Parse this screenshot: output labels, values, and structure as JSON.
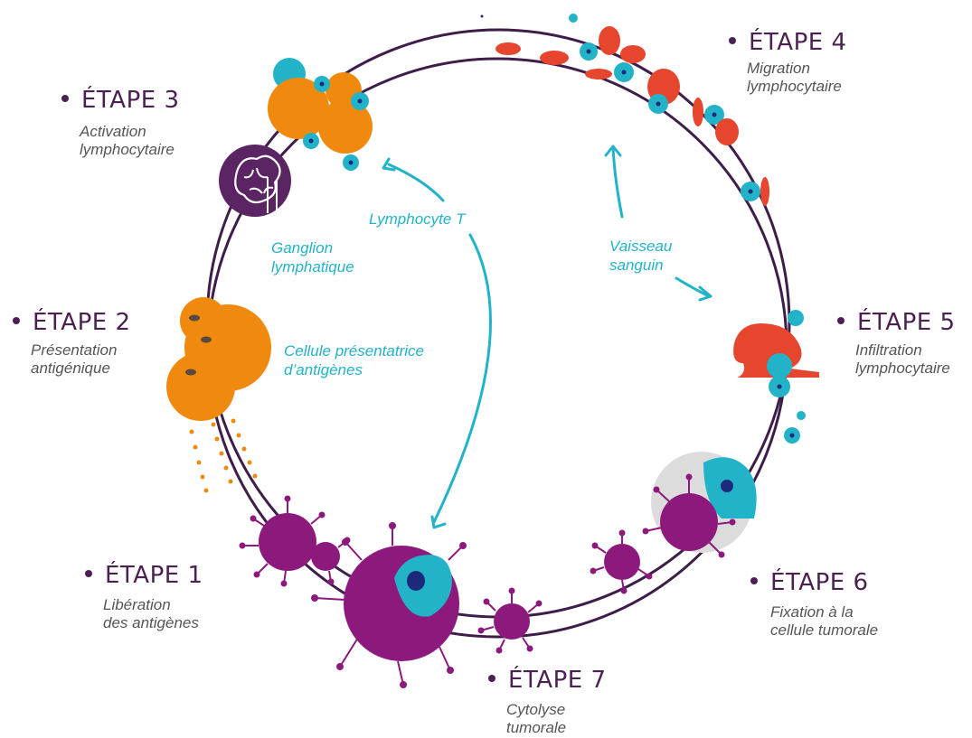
{
  "colors": {
    "ring": "#3f1d4a",
    "stage_text": "#4a2150",
    "sub_text": "#555555",
    "cyan": "#22b3c9",
    "orange": "#ef8a0f",
    "red": "#e6452e",
    "purple": "#8c1a7d",
    "navy": "#1b2a7a",
    "halo": "#dcdcdc"
  },
  "icons": [
    "brain-lymph-node-icon"
  ],
  "stages": [
    {
      "id": "1",
      "title": "ÉTAPE 1",
      "subtitle": [
        "Libération",
        "des antigènes"
      ]
    },
    {
      "id": "2",
      "title": "ÉTAPE 2",
      "subtitle": [
        "Présentation",
        "antigénique"
      ]
    },
    {
      "id": "3",
      "title": "ÉTAPE 3",
      "subtitle": [
        "Activation",
        "lymphocytaire"
      ]
    },
    {
      "id": "4",
      "title": "ÉTAPE 4",
      "subtitle": [
        "Migration",
        "lymphocytaire"
      ]
    },
    {
      "id": "5",
      "title": "ÉTAPE 5",
      "subtitle": [
        "Infiltration",
        "lymphocytaire"
      ]
    },
    {
      "id": "6",
      "title": "ÉTAPE 6",
      "subtitle": [
        "Fixation à la",
        "cellule tumorale"
      ]
    },
    {
      "id": "7",
      "title": "ÉTAPE 7",
      "subtitle": [
        "Cytolyse",
        "tumorale"
      ]
    }
  ],
  "annotations": {
    "lymphocyte": "Lymphocyte T",
    "ganglion": [
      "Ganglion",
      "lymphatique"
    ],
    "vaisseau": [
      "Vaisseau",
      "sanguin"
    ],
    "apc": [
      "Cellule présentatrice",
      "d’antigènes"
    ]
  }
}
